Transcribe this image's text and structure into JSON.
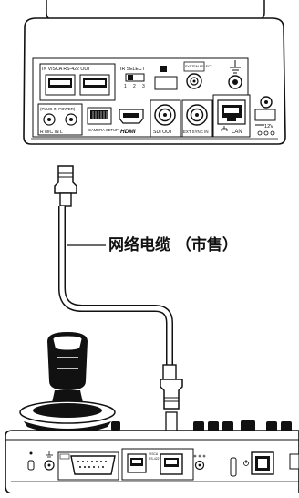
{
  "camera_rear_panel": {
    "visca_label": "IN  VISCA  RS-422  OUT",
    "ir_select_label": "IR SELECT",
    "ir_select_positions": [
      "1",
      "2",
      "3"
    ],
    "system_select_label": "SYSTEM SELECT",
    "plug_in_power_label": "(PLUG IN POWER)",
    "mic_in_label": "R    MIC IN    L",
    "camera_setup_label": "CAMERA SETUP",
    "hdmi_label": "HDMI",
    "sdi_out_label": "SDI OUT",
    "ext_sync_in_label": "EXT SYNC IN",
    "lan_label": "LAN",
    "dc_in_label": "12V"
  },
  "cable_callout": "网络电缆 （市售）",
  "controller_panel": {
    "port_labels": [
      "VISCA",
      "RS-422"
    ]
  }
}
